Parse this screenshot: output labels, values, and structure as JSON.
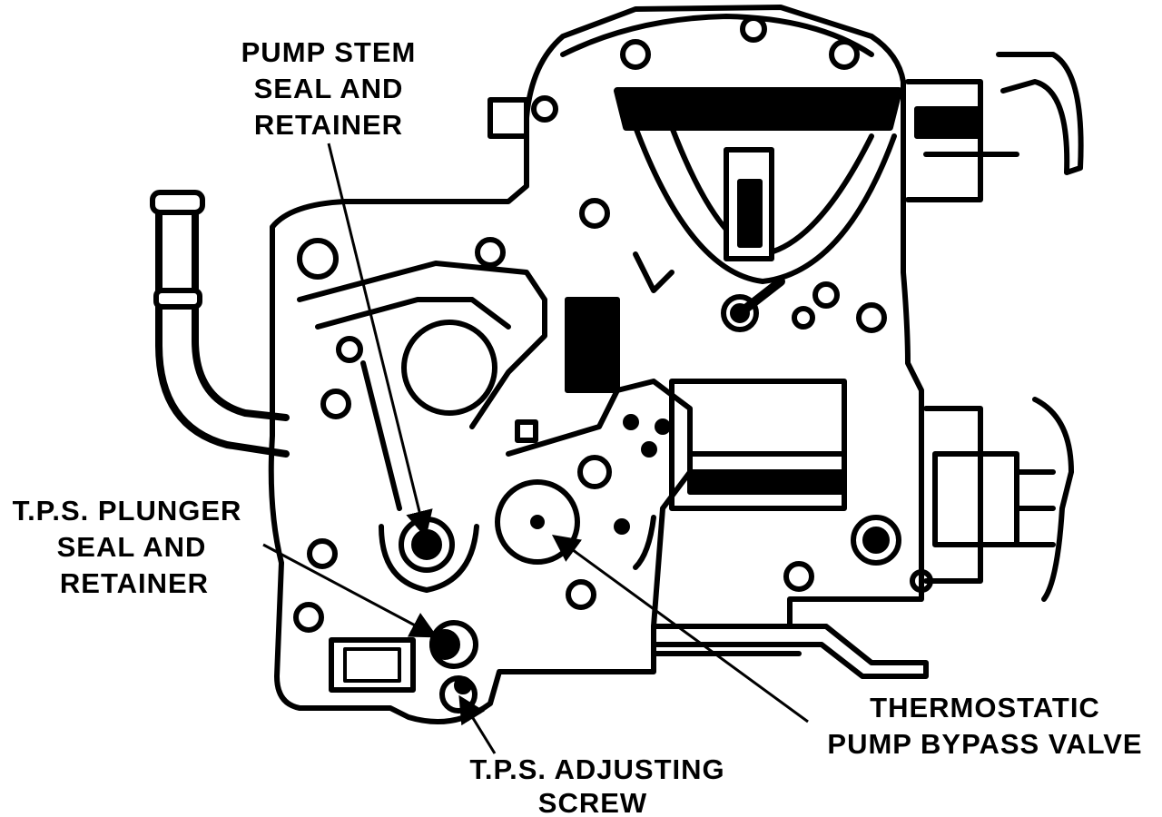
{
  "colors": {
    "ink": "#000000",
    "paper": "#ffffff"
  },
  "labels": {
    "pump_stem": [
      "PUMP STEM",
      "SEAL  AND",
      "RETAINER"
    ],
    "tps_plunger": [
      "T.P.S. PLUNGER",
      "SEAL AND",
      "RETAINER"
    ],
    "tps_adjusting": [
      "T.P.S. ADJUSTING",
      "SCREW"
    ],
    "thermostatic": [
      "THERMOSTATIC",
      "PUMP BYPASS VALVE"
    ]
  }
}
